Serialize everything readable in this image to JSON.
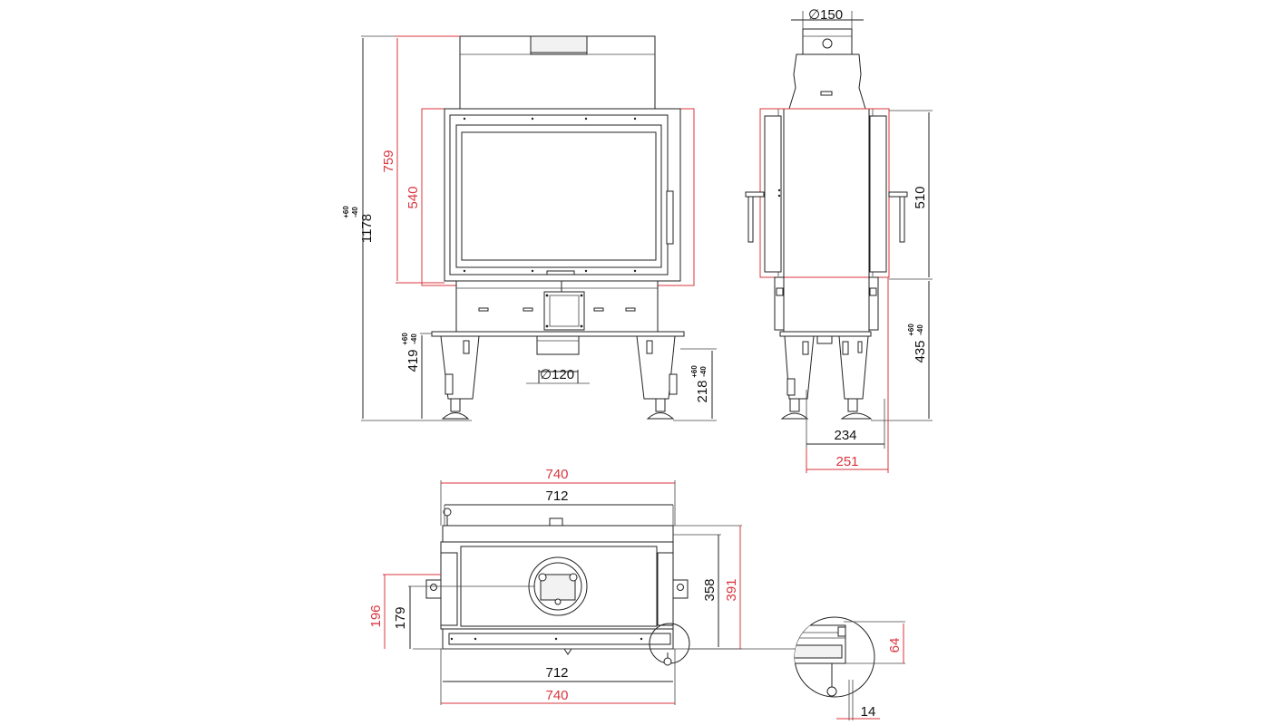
{
  "colors": {
    "dim_black": "#111111",
    "dim_red": "#d9363e",
    "outline": "#222222"
  },
  "front_view": {
    "height_total": "1178",
    "height_total_tol_plus": "+60",
    "height_total_tol_minus": "-40",
    "height_759": "759",
    "height_540": "540",
    "height_419": "419",
    "height_419_tol_plus": "+60",
    "height_419_tol_minus": "-40",
    "diameter_bottom": "∅120",
    "height_218": "218",
    "height_218_tol_plus": "+60",
    "height_218_tol_minus": "-40"
  },
  "side_view": {
    "diameter_top": "∅150",
    "height_510": "510",
    "height_435": "435",
    "height_435_tol_plus": "+60",
    "height_435_tol_minus": "-40",
    "depth_234": "234",
    "depth_251": "251"
  },
  "top_view": {
    "width_top_outer": "740",
    "width_top_inner": "712",
    "width_bottom_inner": "712",
    "width_bottom_outer": "740",
    "depth_358": "358",
    "depth_391": "391",
    "offset_196": "196",
    "offset_179": "179"
  },
  "detail_view": {
    "height_64": "64",
    "width_14": "14"
  }
}
